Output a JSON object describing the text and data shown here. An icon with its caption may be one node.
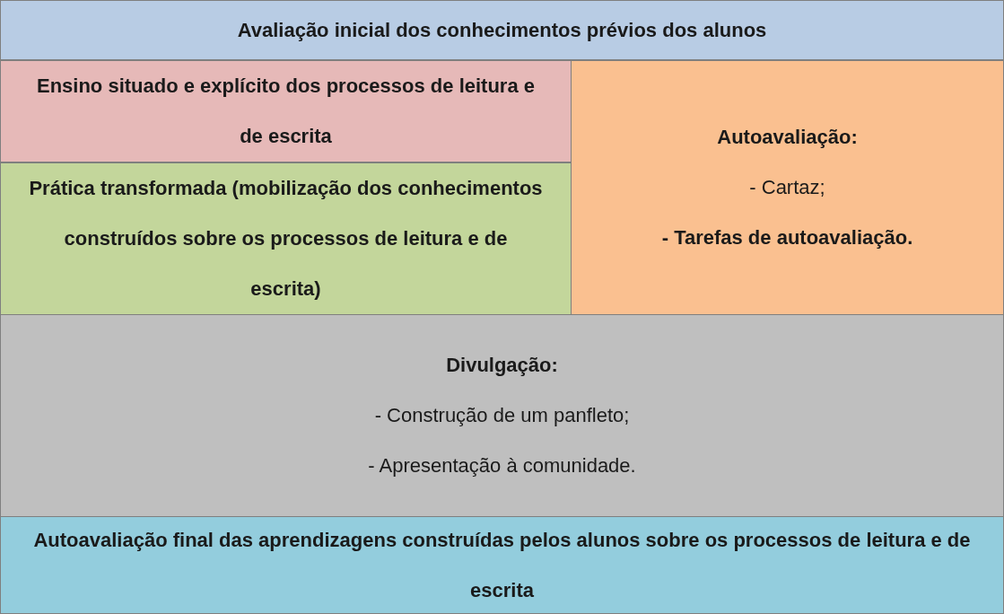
{
  "diagram": {
    "nodes": [
      {
        "text": [
          "Avaliação inicial dos conhecimentos prévios dos alunos"
        ]
      },
      {
        "text": [
          "Ensino situado e explícito dos processos de leitura e de escrita"
        ]
      },
      {
        "text": [
          "Prática transformada (mobilização dos conhecimentos construídos sobre os processos de leitura e de escrita)"
        ]
      },
      {
        "text": [
          "Autoavaliação:",
          "- Cartaz;",
          "- Tarefas de autoavaliação."
        ]
      },
      {
        "text": [
          "Divulgação:",
          "- Construção de um panfleto;",
          "- Apresentação à comunidade."
        ]
      },
      {
        "text": [
          "Autoavaliação final das aprendizagens construídas pelos alunos sobre os processos de leitura e de escrita"
        ]
      }
    ]
  }
}
